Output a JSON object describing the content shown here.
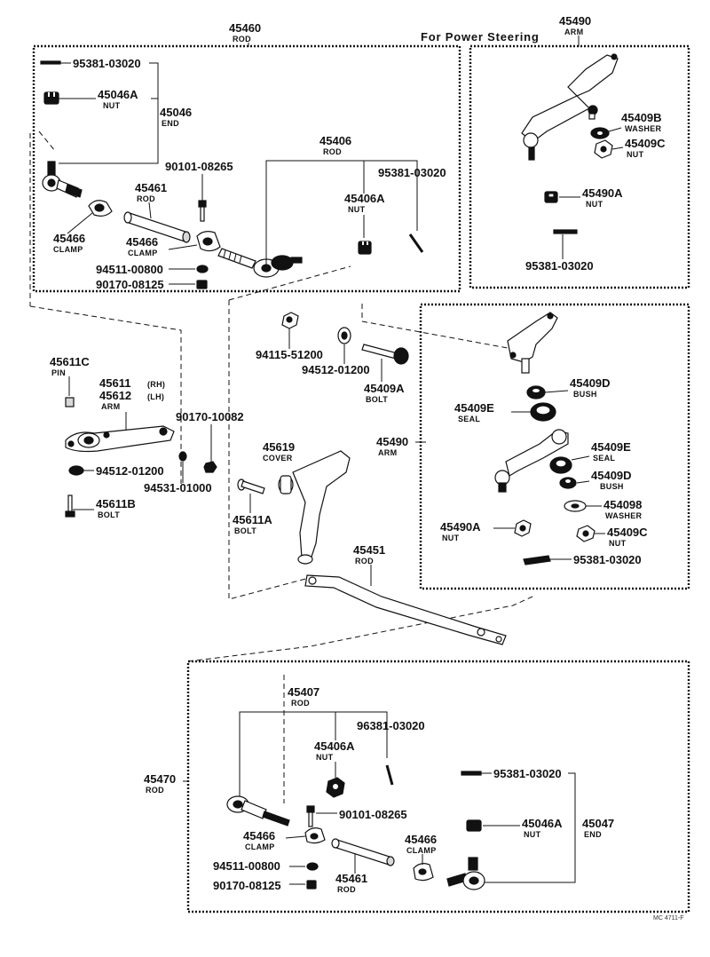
{
  "header": {
    "power_steering": "For Power Steering"
  },
  "footer": {
    "code": "MC 4711-F"
  },
  "labels": {
    "p45460": {
      "num": "45460",
      "name": "ROD"
    },
    "p45490_top": {
      "num": "45490",
      "name": "ARM"
    },
    "p95381_a": {
      "num": "95381-03020"
    },
    "p45046A_a": {
      "num": "45046A",
      "name": "NUT"
    },
    "p45046": {
      "num": "45046",
      "name": "END"
    },
    "p45406": {
      "num": "45406",
      "name": "ROD"
    },
    "p90101_a": {
      "num": "90101-08265"
    },
    "p95381_b": {
      "num": "95381-03020"
    },
    "p45461_a": {
      "num": "45461",
      "name": "ROD"
    },
    "p45406A_a": {
      "num": "45406A",
      "name": "NUT"
    },
    "p45466_a": {
      "num": "45466",
      "name": "CLAMP"
    },
    "p45466_b": {
      "num": "45466",
      "name": "CLAMP"
    },
    "p94511_a": {
      "num": "94511-00800"
    },
    "p90170_a": {
      "num": "90170-08125"
    },
    "p45409B_a": {
      "num": "45409B",
      "name": "WASHER"
    },
    "p45409C_a": {
      "num": "45409C",
      "name": "NUT"
    },
    "p45490A_a": {
      "num": "45490A",
      "name": "NUT"
    },
    "p95381_c": {
      "num": "95381-03020"
    },
    "p94115": {
      "num": "94115-51200"
    },
    "p94512_a": {
      "num": "94512-01200"
    },
    "p45409A": {
      "num": "45409A",
      "name": "BOLT"
    },
    "p45611C": {
      "num": "45611C",
      "name": "PIN"
    },
    "p45611": {
      "num": "45611",
      "side": "(RH)"
    },
    "p45612": {
      "num": "45612",
      "side": "(LH)",
      "name": "ARM"
    },
    "p90170_b": {
      "num": "90170-10082"
    },
    "p94512_b": {
      "num": "94512-01200"
    },
    "p94531": {
      "num": "94531-01000"
    },
    "p45611B": {
      "num": "45611B",
      "name": "BOLT"
    },
    "p45619": {
      "num": "45619",
      "name": "COVER"
    },
    "p45611A": {
      "num": "45611A",
      "name": "BOLT"
    },
    "p45409D_a": {
      "num": "45409D",
      "name": "BUSH"
    },
    "p45409E_a": {
      "num": "45409E",
      "name": "SEAL"
    },
    "p45490_mid": {
      "num": "45490",
      "name": "ARM"
    },
    "p45409E_b": {
      "num": "45409E",
      "name": "SEAL"
    },
    "p45409D_b": {
      "num": "45409D",
      "name": "BUSH"
    },
    "p45409B_b": {
      "num": "454098",
      "name": "WASHER"
    },
    "p45490A_b": {
      "num": "45490A",
      "name": "NUT"
    },
    "p45409C_b": {
      "num": "45409C",
      "name": "NUT"
    },
    "p95381_d": {
      "num": "95381-03020"
    },
    "p45451": {
      "num": "45451",
      "name": "ROD"
    },
    "p45407": {
      "num": "45407",
      "name": "ROD"
    },
    "p96381": {
      "num": "96381-03020"
    },
    "p45406A_b": {
      "num": "45406A",
      "name": "NUT"
    },
    "p45470": {
      "num": "45470",
      "name": "ROD"
    },
    "p95381_e": {
      "num": "95381-03020"
    },
    "p90101_b": {
      "num": "90101-08265"
    },
    "p45046A_b": {
      "num": "45046A",
      "name": "NUT"
    },
    "p45047": {
      "num": "45047",
      "name": "END"
    },
    "p45466_c": {
      "num": "45466",
      "name": "CLAMP"
    },
    "p45466_d": {
      "num": "45466",
      "name": "CLAMP"
    },
    "p94511_b": {
      "num": "94511-00800"
    },
    "p45461_b": {
      "num": "45461",
      "name": "ROD"
    },
    "p90170_c": {
      "num": "90170-08125"
    }
  }
}
